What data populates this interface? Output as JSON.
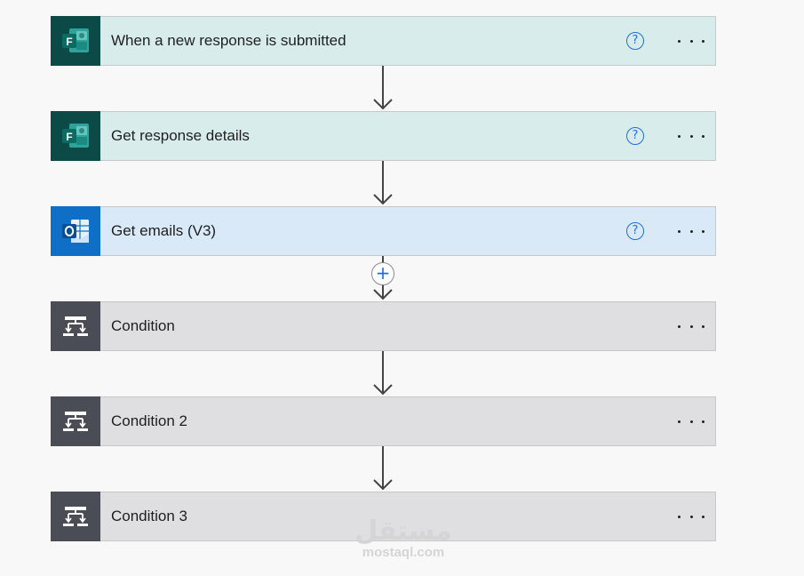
{
  "steps": [
    {
      "title": "When a new response is submitted",
      "kind": "forms",
      "icon": "forms-icon",
      "help": "?"
    },
    {
      "title": "Get response details",
      "kind": "forms",
      "icon": "forms-icon",
      "help": "?"
    },
    {
      "title": "Get emails (V3)",
      "kind": "outlook",
      "icon": "outlook-icon",
      "help": "?"
    },
    {
      "title": "Condition",
      "kind": "condition",
      "icon": "condition-icon"
    },
    {
      "title": "Condition 2",
      "kind": "condition",
      "icon": "condition-icon"
    },
    {
      "title": "Condition 3",
      "kind": "condition",
      "icon": "condition-icon"
    }
  ],
  "add_button": {
    "label": "+"
  },
  "watermark": {
    "arabic": "مستقل",
    "latin": "mostaql.com"
  },
  "colors": {
    "forms_header": "#d9ecec",
    "forms_icon_bg": "#0b4a47",
    "outlook_header": "#d9e9f8",
    "outlook_icon_bg": "#0f6fc6",
    "condition_header": "#dfdfe1",
    "condition_icon_bg": "#4a4d55",
    "help_blue": "#1f6fde"
  }
}
